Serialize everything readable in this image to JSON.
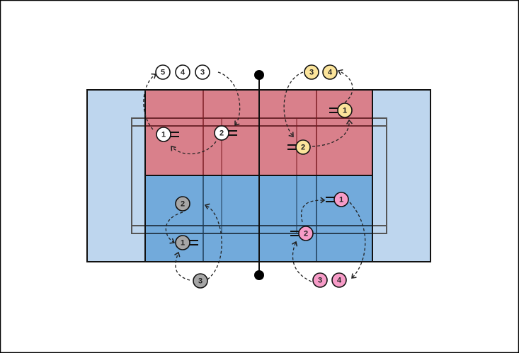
{
  "colors": {
    "attack_court": "#d9808b",
    "defend_court": "#72aadb",
    "outer_area": "#bed6ee",
    "team_white": "#ffffff",
    "team_yellow": "#fbe49b",
    "team_gray": "#a6a6a6",
    "team_pink": "#f79cc8"
  },
  "players": [
    {
      "team": "white",
      "label": "1",
      "racket": "right"
    },
    {
      "team": "white",
      "label": "2",
      "racket": "right"
    },
    {
      "team": "white",
      "label": "5",
      "racket": "none"
    },
    {
      "team": "white",
      "label": "4",
      "racket": "none"
    },
    {
      "team": "white",
      "label": "3",
      "racket": "none"
    },
    {
      "team": "yellow",
      "label": "1",
      "racket": "left"
    },
    {
      "team": "yellow",
      "label": "2",
      "racket": "left"
    },
    {
      "team": "yellow",
      "label": "3",
      "racket": "none"
    },
    {
      "team": "yellow",
      "label": "4",
      "racket": "none"
    },
    {
      "team": "gray",
      "label": "2",
      "racket": "none"
    },
    {
      "team": "gray",
      "label": "1",
      "racket": "right"
    },
    {
      "team": "gray",
      "label": "3",
      "racket": "none"
    },
    {
      "team": "pink",
      "label": "1",
      "racket": "left"
    },
    {
      "team": "pink",
      "label": "2",
      "racket": "left"
    },
    {
      "team": "pink",
      "label": "3",
      "racket": "none"
    },
    {
      "team": "pink",
      "label": "4",
      "racket": "none"
    }
  ]
}
